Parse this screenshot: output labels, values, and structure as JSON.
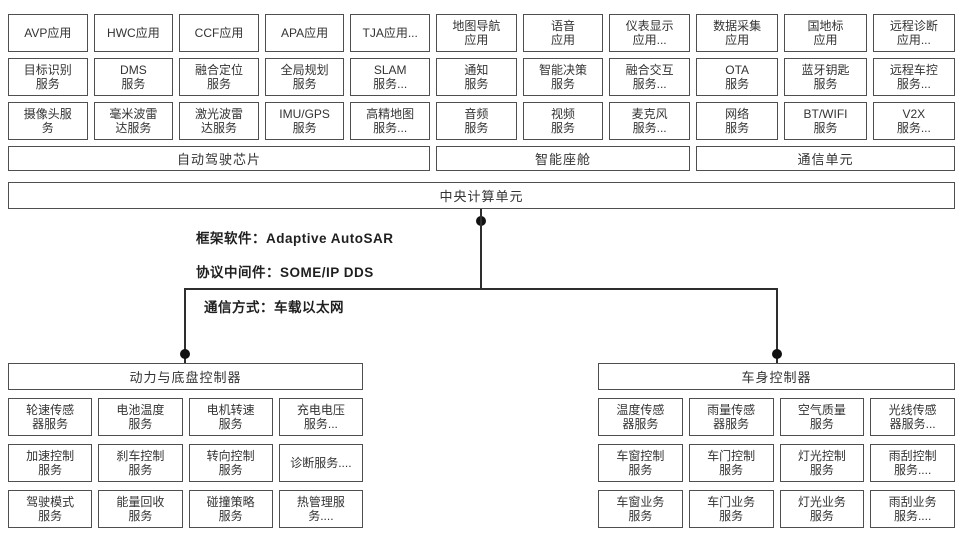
{
  "top_groups": [
    {
      "label": "自动驾驶芯片",
      "rows": [
        [
          "AVP应用",
          "HWC应用",
          "CCF应用",
          "APA应用",
          "TJA应用..."
        ],
        [
          "目标识别\n服务",
          "DMS\n服务",
          "融合定位\n服务",
          "全局规划\n服务",
          "SLAM\n服务..."
        ],
        [
          "摄像头服\n务",
          "毫米波雷\n达服务",
          "激光波雷\n达服务",
          "IMU/GPS\n服务",
          "高精地图\n服务..."
        ]
      ]
    },
    {
      "label": "智能座舱",
      "rows": [
        [
          "地图导航\n应用",
          "语音\n应用",
          "仪表显示\n应用..."
        ],
        [
          "通知\n服务",
          "智能决策\n服务",
          "融合交互\n服务..."
        ],
        [
          "音频\n服务",
          "视频\n服务",
          "麦克风\n服务..."
        ]
      ]
    },
    {
      "label": "通信单元",
      "rows": [
        [
          "数据采集\n应用",
          "国地标\n应用",
          "远程诊断\n应用..."
        ],
        [
          "OTA\n服务",
          "蓝牙钥匙\n服务",
          "远程车控\n服务..."
        ],
        [
          "网络\n服务",
          "BT/WIFI\n服务",
          "V2X\n服务..."
        ]
      ]
    }
  ],
  "central_unit": "中央计算单元",
  "connector_labels": [
    "框架软件：Adaptive AutoSAR",
    "协议中间件：SOME/IP DDS",
    "通信方式：车载以太网"
  ],
  "controllers": [
    {
      "label": "动力与底盘控制器",
      "rows": [
        [
          "轮速传感\n器服务",
          "电池温度\n服务",
          "电机转速\n服务",
          "充电电压\n服务..."
        ],
        [
          "加速控制\n服务",
          "刹车控制\n服务",
          "转向控制\n服务",
          "诊断服务...."
        ],
        [
          "驾驶模式\n服务",
          "能量回收\n服务",
          "碰撞策略\n服务",
          "热管理服\n务...."
        ]
      ]
    },
    {
      "label": "车身控制器",
      "rows": [
        [
          "温度传感\n器服务",
          "雨量传感\n器服务",
          "空气质量\n服务",
          "光线传感\n器服务..."
        ],
        [
          "车窗控制\n服务",
          "车门控制\n服务",
          "灯光控制\n服务",
          "雨刮控制\n服务...."
        ],
        [
          "车窗业务\n服务",
          "车门业务\n服务",
          "灯光业务\n服务",
          "雨刮业务\n服务...."
        ]
      ]
    }
  ],
  "colors": {
    "border": "#4f4f4f",
    "text": "#333333",
    "line": "#2e2e2e",
    "background": "#ffffff"
  }
}
